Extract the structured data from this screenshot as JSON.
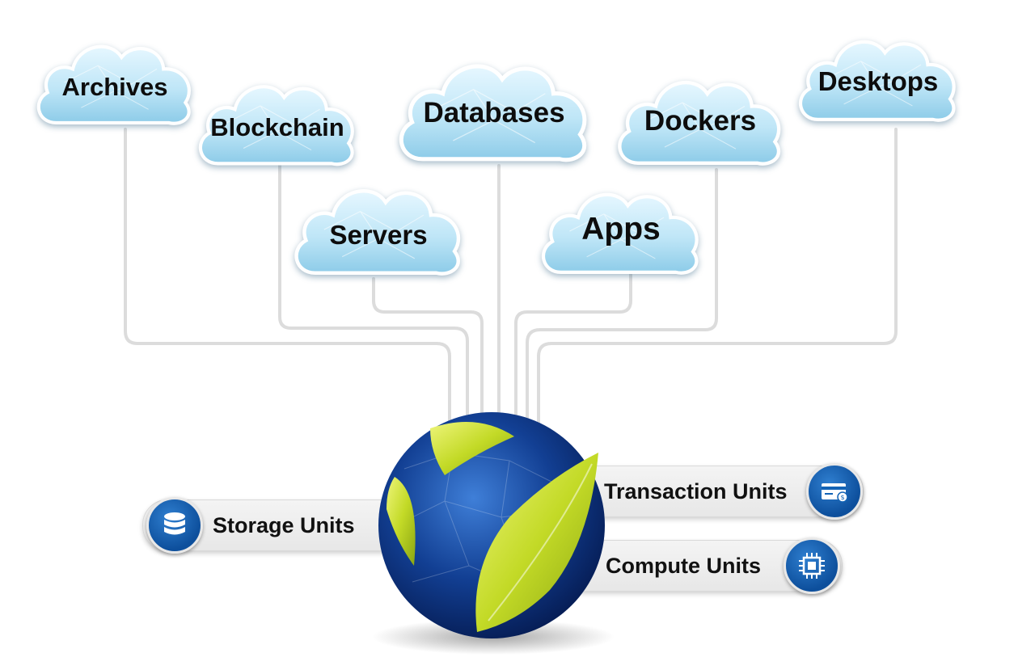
{
  "clouds": {
    "archives": "Archives",
    "blockchain": "Blockchain",
    "databases": "Databases",
    "dockers": "Dockers",
    "desktops": "Desktops",
    "servers": "Servers",
    "apps": "Apps"
  },
  "units": {
    "storage": "Storage Units",
    "transaction": "Transaction Units",
    "compute": "Compute Units"
  },
  "colors": {
    "cloud_fill": "#bfe6f7",
    "connector": "#dcdcdc",
    "globe_blue": "#0e3f8f",
    "leaf_green": "#c8dc2a",
    "icon_blue": "#1363b5"
  },
  "icons": {
    "storage": "database-icon",
    "transaction": "credit-card-icon",
    "compute": "cpu-chip-icon"
  }
}
